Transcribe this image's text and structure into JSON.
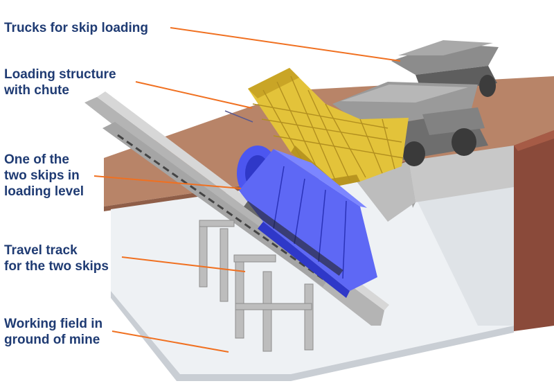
{
  "labels": {
    "trucks": {
      "lines": [
        "Trucks for skip loading"
      ]
    },
    "loading": {
      "lines": [
        "Loading structure",
        "with chute"
      ]
    },
    "skip": {
      "lines": [
        "One of the",
        "two skips in",
        "loading level"
      ]
    },
    "track": {
      "lines": [
        "Travel track",
        "for the two skips"
      ]
    },
    "field": {
      "lines": [
        "Working field in",
        "ground of mine"
      ]
    }
  },
  "colors": {
    "label_text": "#1f3b73",
    "leader_line": "#f07020",
    "loading_structure": "#e3c33a",
    "skip": "#4c56f0",
    "steel": "#b4b4b4",
    "ground_slab": "#b88468",
    "wall_brick": "#8a4a3a",
    "floor": "#eef1f4",
    "truck": "#6e6e6e"
  }
}
